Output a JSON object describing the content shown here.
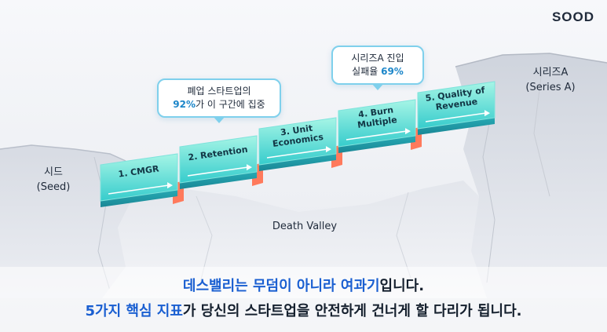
{
  "brand": "SOOD",
  "left_label": {
    "line1": "시드",
    "line2": "(Seed)"
  },
  "right_label": {
    "line1": "시리즈A",
    "line2": "(Series A)"
  },
  "valley_label": "Death Valley",
  "bubble_left": {
    "line1": "폐업 스타트업의",
    "highlight": "92%",
    "rest": "가 이 구간에 집중"
  },
  "bubble_right": {
    "line1": "시리즈A 진입",
    "prefix": "실패율 ",
    "highlight": "69%"
  },
  "steps": [
    {
      "label_lines": [
        "1. CMGR"
      ]
    },
    {
      "label_lines": [
        "2. Retention"
      ]
    },
    {
      "label_lines": [
        "3. Unit",
        "Economics"
      ]
    },
    {
      "label_lines": [
        "4. Burn",
        "Multiple"
      ]
    },
    {
      "label_lines": [
        "5. Quality of",
        "Revenue"
      ]
    }
  ],
  "caption": {
    "line1_blue": "데스밸리는 무덤이 아니라 여과기",
    "line1_rest": "입니다.",
    "line2_blue": "5가지 핵심 지표",
    "line2_rest": "가 당신의 스타트업을 안전하게 건너게 할 다리가 됩니다."
  },
  "colors": {
    "block_top": "#8ff0e0",
    "block_bottom": "#2fc9c9",
    "connector": "#ff7a5c",
    "accent_blue": "#1a5fd1",
    "highlight_blue": "#1c86c9"
  }
}
